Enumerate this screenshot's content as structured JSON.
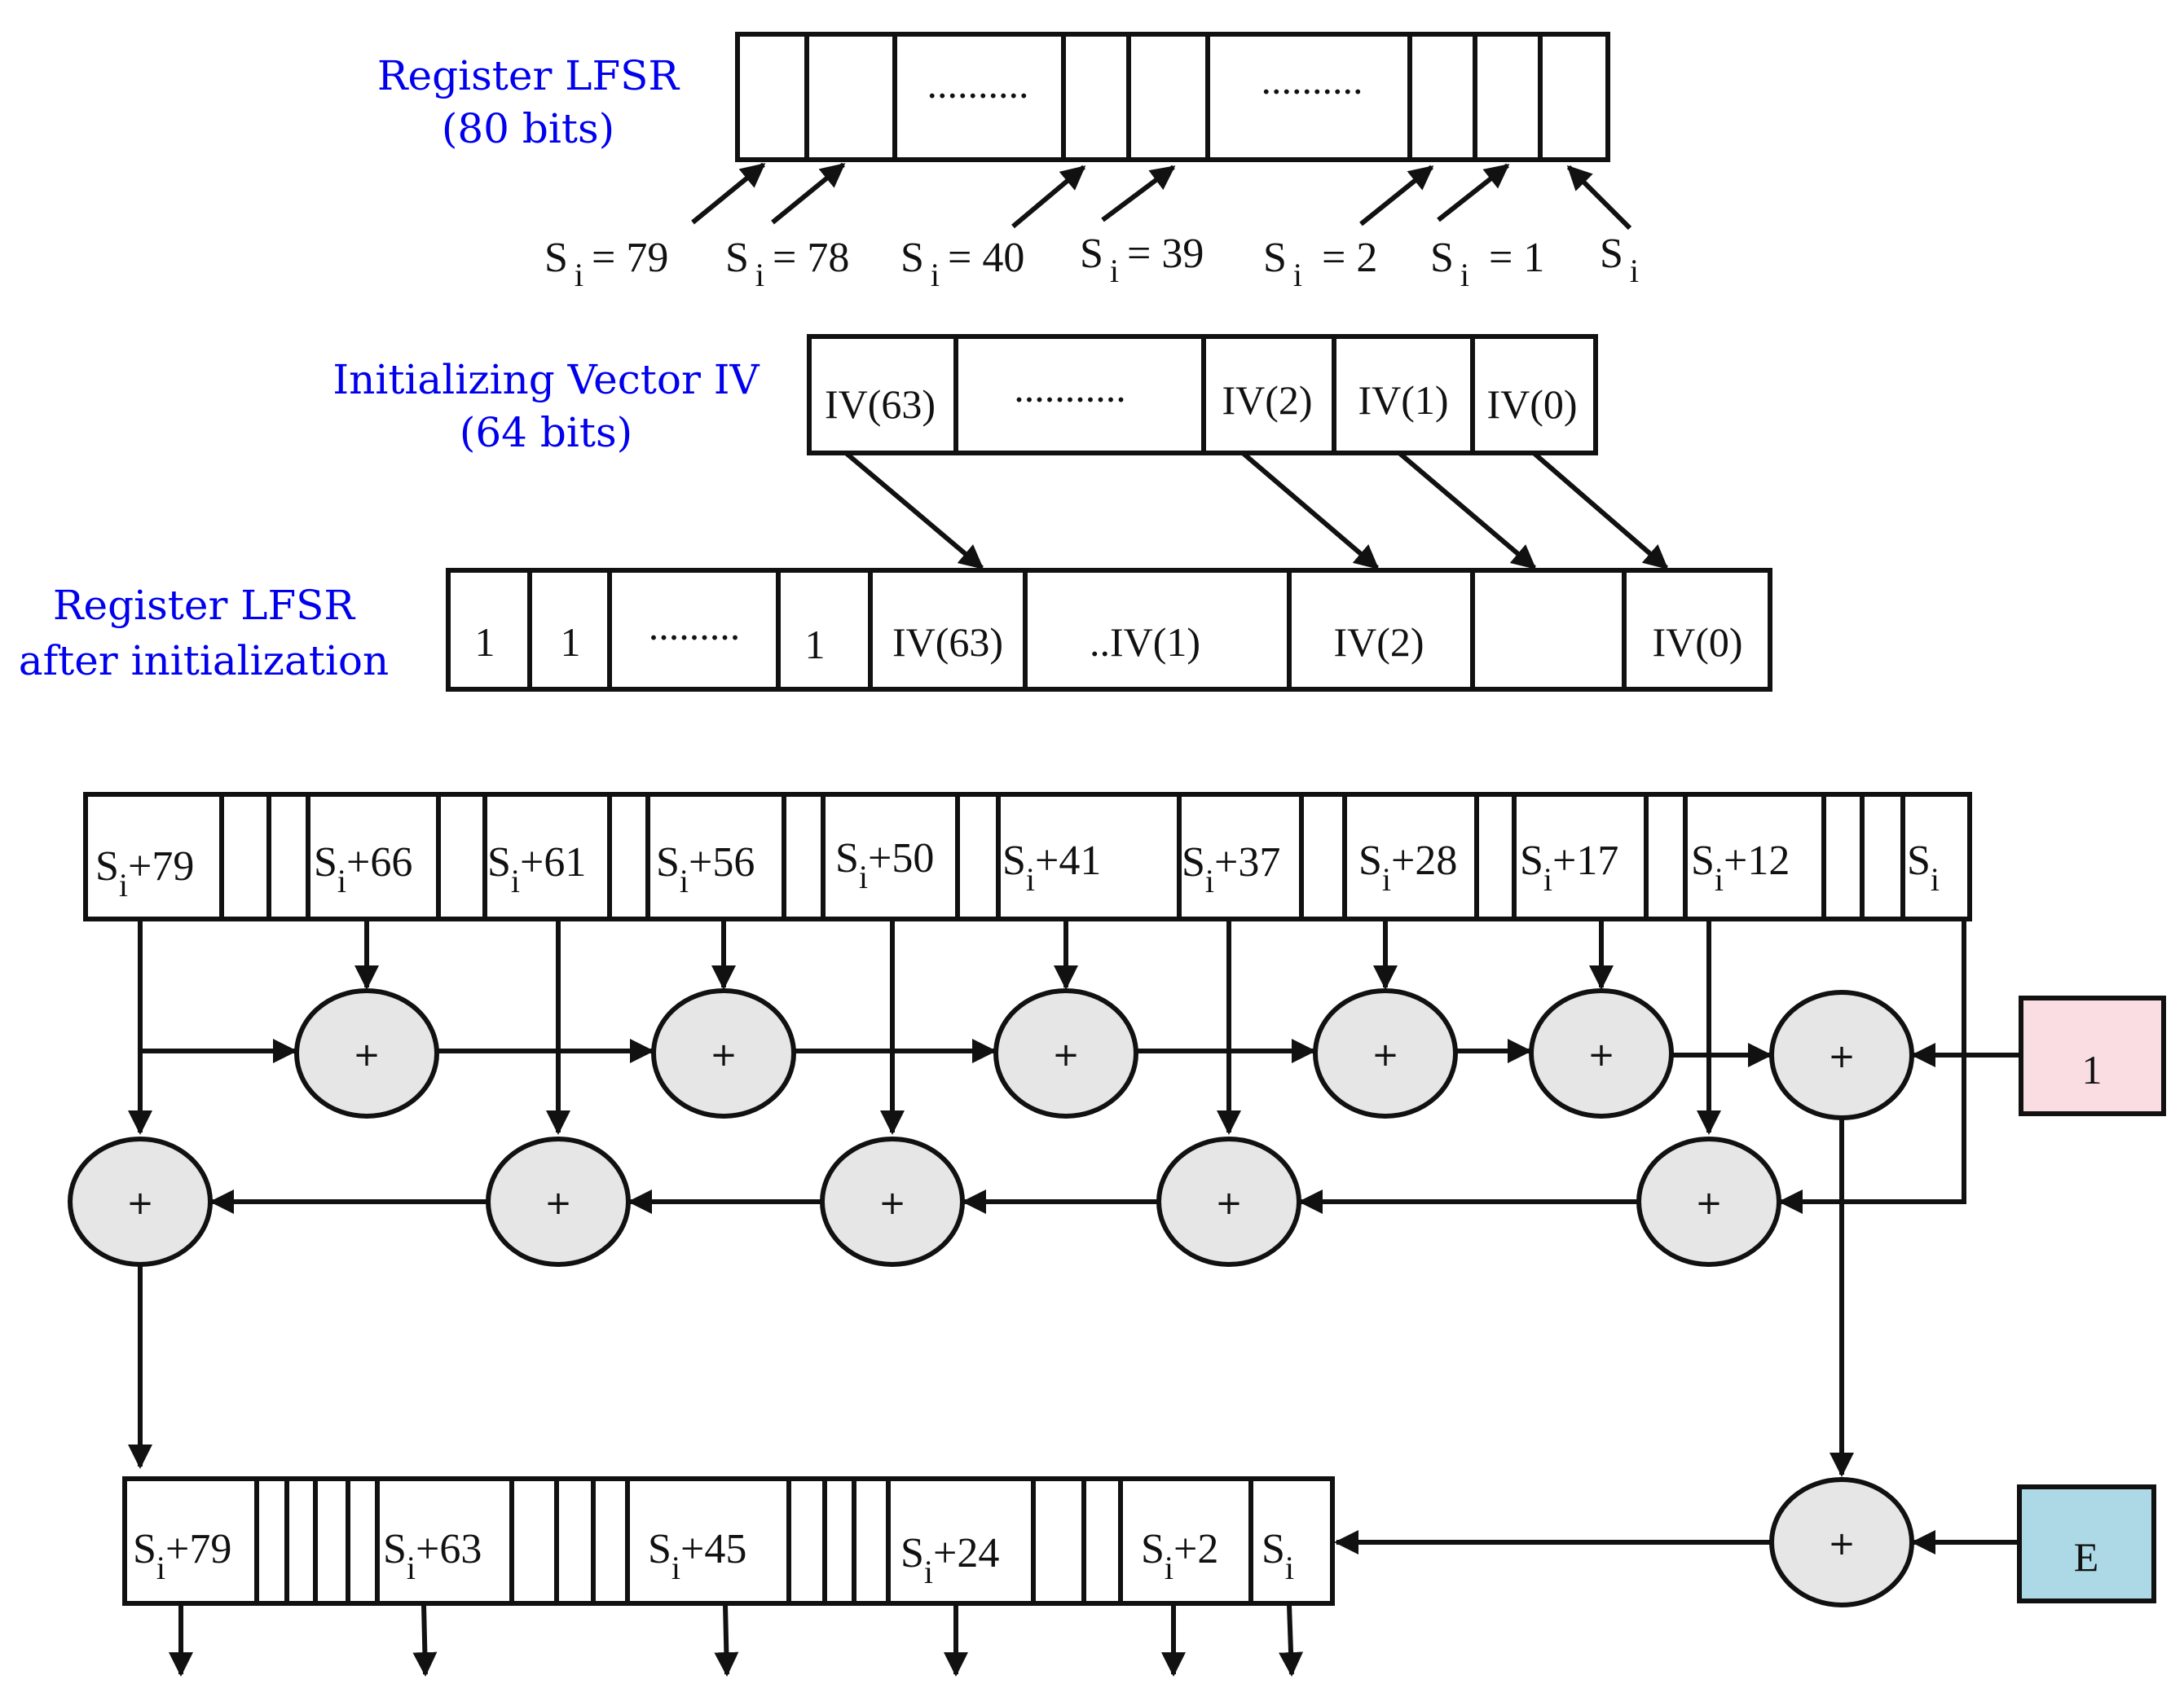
{
  "labels": {
    "lfsr_top_line1": "Register LFSR",
    "lfsr_top_line2": "(80 bits)",
    "iv_line1": "Initializing Vector IV",
    "iv_line2": "(64 bits)",
    "lfsr_init_line1": "Register LFSR",
    "lfsr_init_line2": "after initialization"
  },
  "top_register": {
    "dots_a": "..........",
    "dots_b": "..........",
    "pointers": [
      {
        "s": "S",
        "sub": "i",
        "eq": "= 79"
      },
      {
        "s": "S",
        "sub": "i",
        "eq": "= 78"
      },
      {
        "s": "S",
        "sub": "i",
        "eq": "= 40"
      },
      {
        "s": "S",
        "sub": "i",
        "eq": "= 39"
      },
      {
        "s": "S",
        "sub": "i",
        "eq": "= 2"
      },
      {
        "s": "S",
        "sub": "i",
        "eq": "= 1"
      },
      {
        "s": "S",
        "sub": "i",
        "eq": ""
      }
    ]
  },
  "iv_register": {
    "cells": [
      "IV(63)",
      "...........",
      "IV(2)",
      "IV(1)",
      "IV(0)"
    ]
  },
  "init_register": {
    "cells": [
      "1",
      "1",
      ".........",
      "1",
      "IV(63)",
      "..IV(1)",
      "IV(2)",
      "",
      "IV(0)"
    ]
  },
  "feedback_register": {
    "taps": [
      {
        "s": "S",
        "sub": "i",
        "off": "+79"
      },
      {
        "s": "S",
        "sub": "i",
        "off": "+66"
      },
      {
        "s": "S",
        "sub": "i",
        "off": "+61"
      },
      {
        "s": "S",
        "sub": "i",
        "off": "+56"
      },
      {
        "s": "S",
        "sub": "i",
        "off": "+50"
      },
      {
        "s": "S",
        "sub": "i",
        "off": "+41"
      },
      {
        "s": "S",
        "sub": "i",
        "off": "+37"
      },
      {
        "s": "S",
        "sub": "i",
        "off": "+28"
      },
      {
        "s": "S",
        "sub": "i",
        "off": "+17"
      },
      {
        "s": "S",
        "sub": "i",
        "off": "+12"
      },
      {
        "s": "S",
        "sub": "i",
        "off": ""
      }
    ]
  },
  "output_register": {
    "taps": [
      {
        "s": "S",
        "sub": "i",
        "off": "+79"
      },
      {
        "s": "S",
        "sub": "i",
        "off": "+63"
      },
      {
        "s": "S",
        "sub": "i",
        "off": "+45"
      },
      {
        "s": "S",
        "sub": "i",
        "off": "+24"
      },
      {
        "s": "S",
        "sub": "i",
        "off": "+2"
      },
      {
        "s": "S",
        "sub": "i",
        "off": ""
      }
    ]
  },
  "xor_symbol": "+",
  "inputs": {
    "one_label": "1",
    "one_color": "#f9dde3",
    "e_label": "E",
    "e_color": "#add8e6"
  }
}
